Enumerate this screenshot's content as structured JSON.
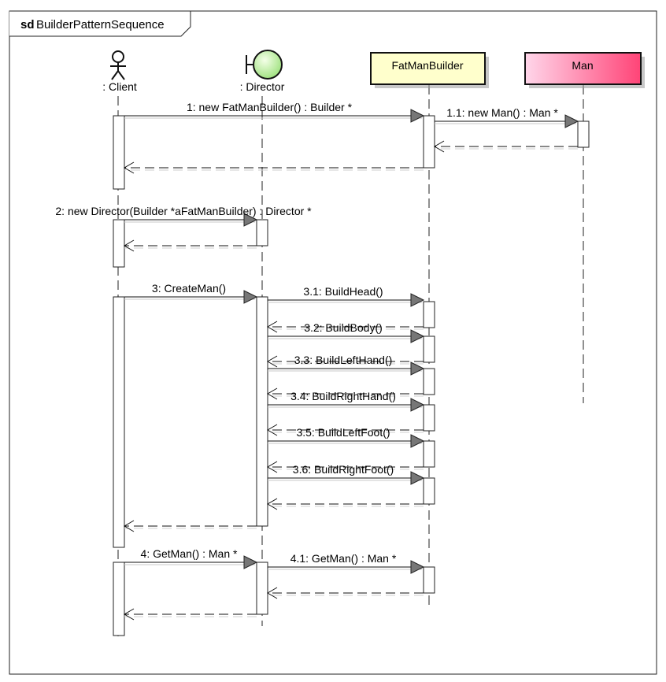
{
  "frame": {
    "keyword": "sd",
    "name": "BuilderPatternSequence"
  },
  "participants": {
    "client": {
      "name": ": Client",
      "kind": "actor"
    },
    "director": {
      "name": ": Director",
      "kind": "boundary"
    },
    "fatmanbuilder": {
      "name": "FatManBuilder",
      "kind": "object",
      "fill": "#ffffcc"
    },
    "man": {
      "name": "Man",
      "kind": "object",
      "fill_start": "#ffd6ea",
      "fill_end": "#ff4477"
    }
  },
  "messages": [
    {
      "id": "m1",
      "label": "1: new FatManBuilder() : Builder *"
    },
    {
      "id": "m1_1",
      "label": "1.1: new Man() : Man *"
    },
    {
      "id": "m2",
      "label": "2: new Director(Builder *aFatManBuilder) : Director *"
    },
    {
      "id": "m3",
      "label": "3: CreateMan()"
    },
    {
      "id": "m3_1",
      "label": "3.1: BuildHead()"
    },
    {
      "id": "m3_2",
      "label": "3.2: BuildBody()"
    },
    {
      "id": "m3_3",
      "label": "3.3: BuildLeftHand()"
    },
    {
      "id": "m3_4",
      "label": "3.4: BuildRightHand()"
    },
    {
      "id": "m3_5",
      "label": "3.5: BuildLeftFoot()"
    },
    {
      "id": "m3_6",
      "label": "3.6: BuildRightFoot()"
    },
    {
      "id": "m4",
      "label": "4: GetMan() : Man *"
    },
    {
      "id": "m4_1",
      "label": "4.1: GetMan() : Man *"
    }
  ]
}
